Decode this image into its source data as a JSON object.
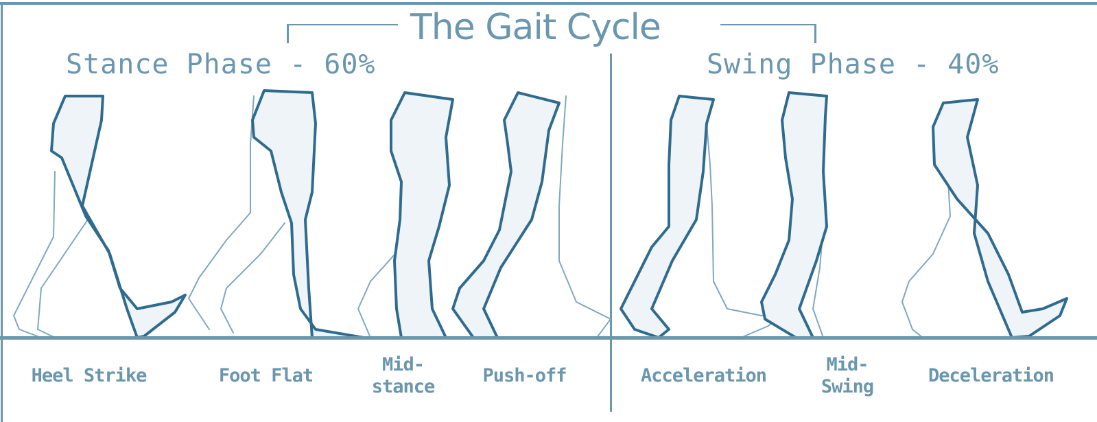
{
  "title": "The Gait Cycle",
  "phases": {
    "stance": {
      "label": "Stance Phase - 60%",
      "percent": 60
    },
    "swing": {
      "label": "Swing Phase - 40%",
      "percent": 40
    }
  },
  "stages": [
    {
      "line1": "Heel Strike",
      "line2": "",
      "phase": "stance"
    },
    {
      "line1": "Foot Flat",
      "line2": "",
      "phase": "stance"
    },
    {
      "line1": "Mid-",
      "line2": "stance",
      "phase": "stance"
    },
    {
      "line1": "Push-off",
      "line2": "",
      "phase": "stance"
    },
    {
      "line1": "Acceleration",
      "line2": "",
      "phase": "swing"
    },
    {
      "line1": "Mid-",
      "line2": "Swing",
      "phase": "swing"
    },
    {
      "line1": "Deceleration",
      "line2": "",
      "phase": "swing"
    }
  ],
  "colors": {
    "accent": "#6a96ae",
    "leg_stroke": "#2f6b8f",
    "leg_fill": "#eef4f8",
    "background": "#ffffff"
  }
}
